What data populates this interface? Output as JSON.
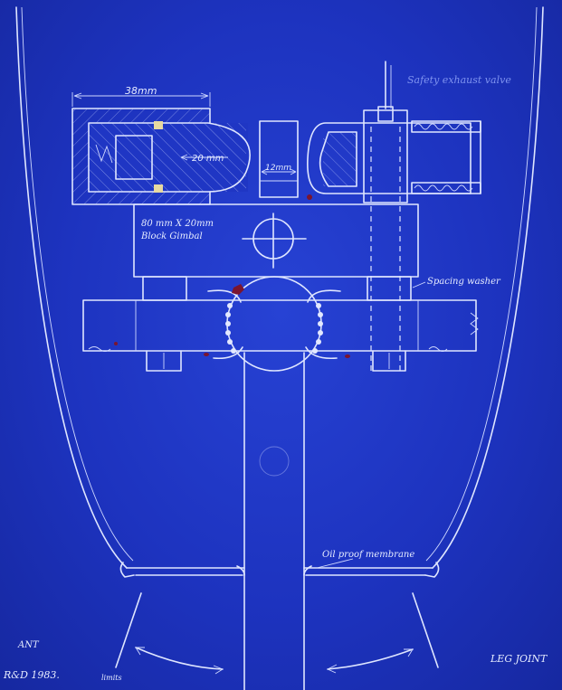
{
  "drawing": {
    "paper_color": "#1d33bf",
    "ink_color": "#dfe6ff",
    "stain_color": "#7a1530"
  },
  "dimensions": {
    "overall_width": "38mm",
    "inner_offset": "20 mm",
    "center_gap": "12mm"
  },
  "labels": {
    "gimbal_size": "80 mm X 20mm",
    "gimbal_name": "Block Gimbal",
    "spacing_washer": "Spacing washer",
    "safety_note": "Safety exhaust valve",
    "membrane": "Oil proof membrane",
    "left_tag": "ANT",
    "signature": "R&D 1983.",
    "joints_tag": "limits",
    "right_tag": "LEG JOINT"
  }
}
